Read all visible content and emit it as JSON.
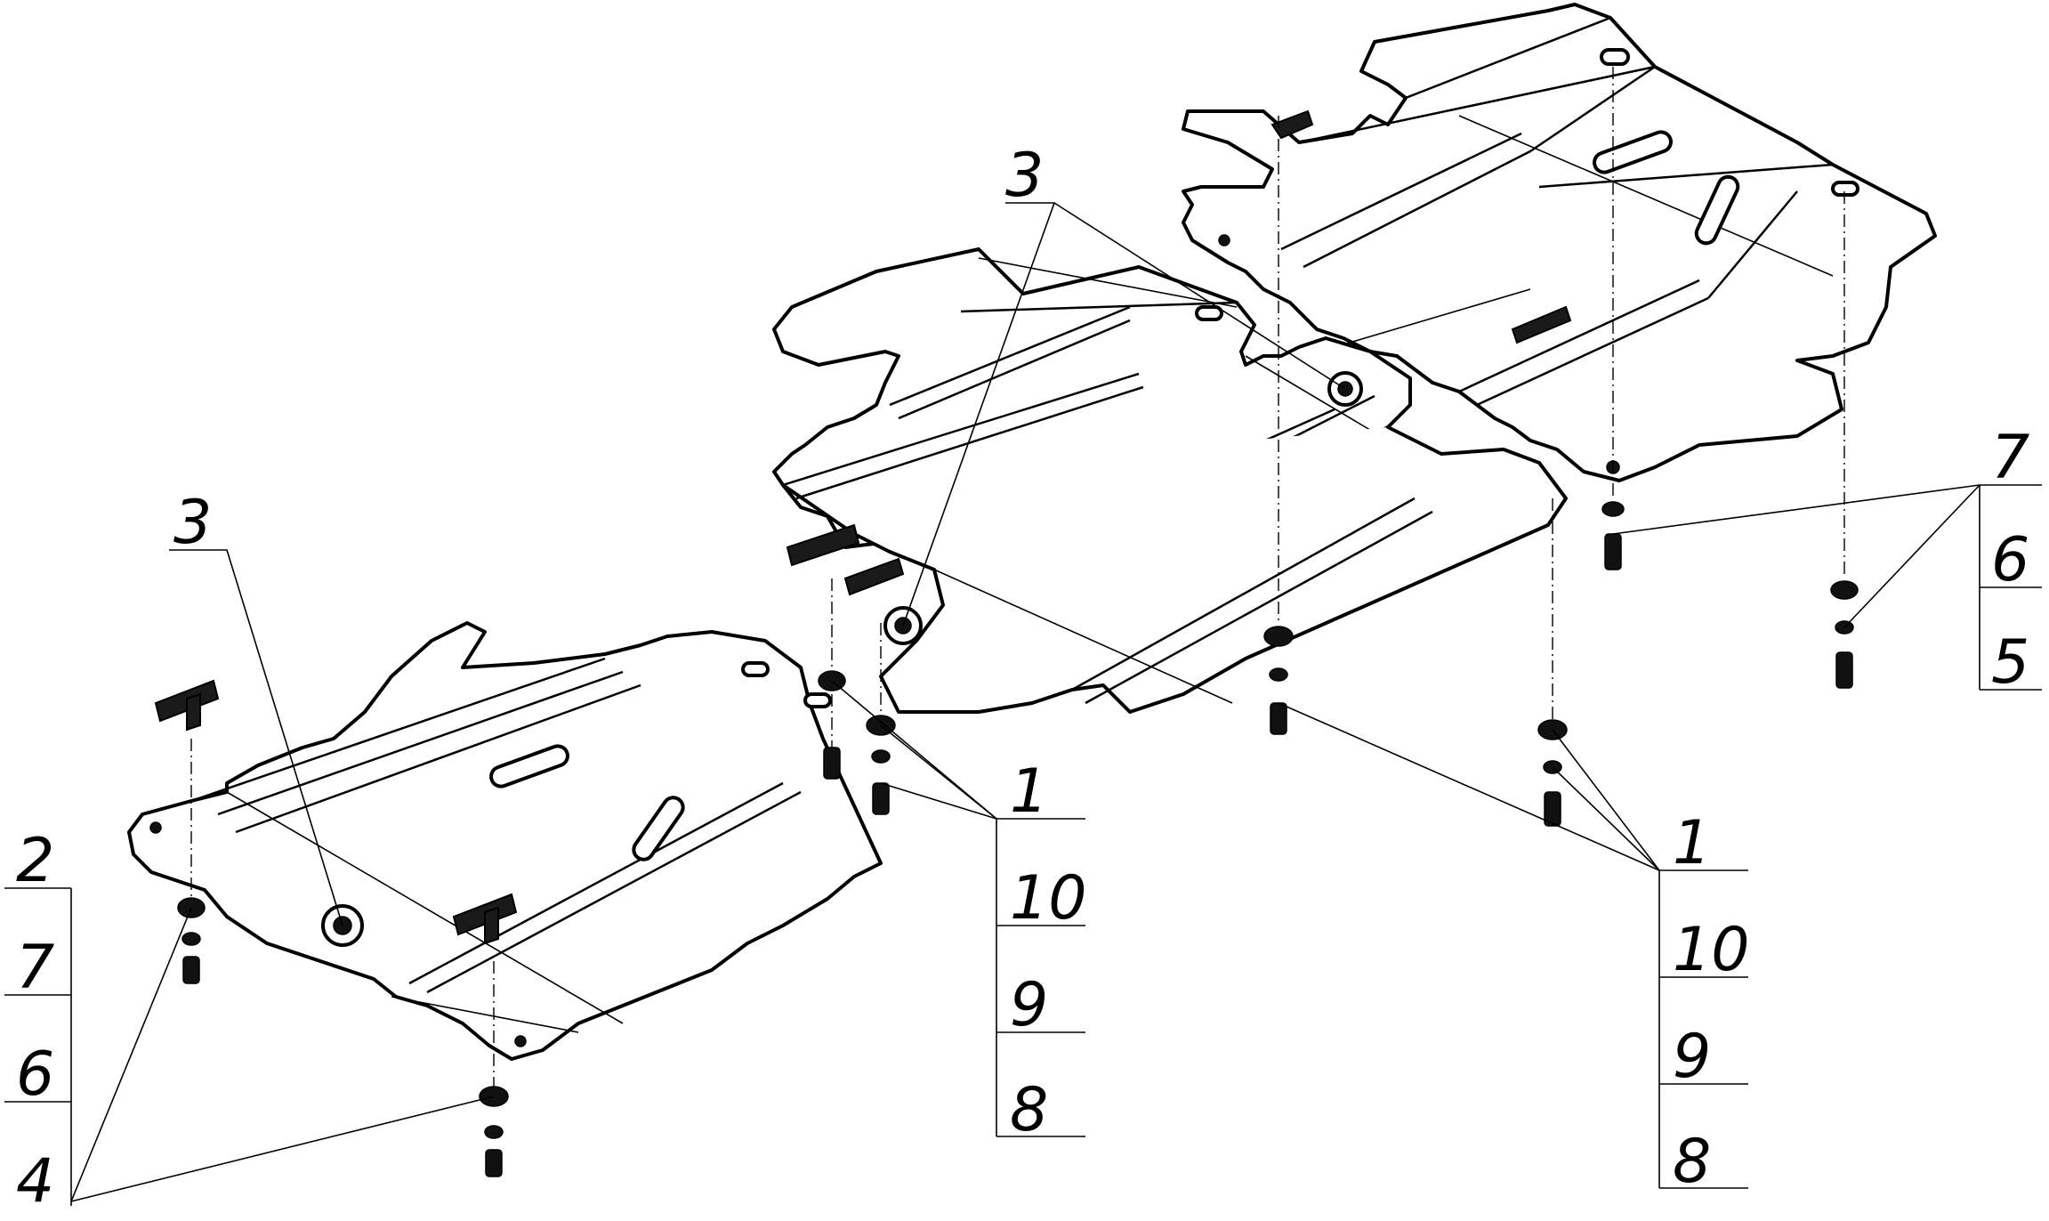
{
  "callouts": {
    "left_stack": [
      "2",
      "7",
      "6",
      "4"
    ],
    "mid_stack": [
      "1",
      "10",
      "9",
      "8"
    ],
    "right_stack": [
      "1",
      "10",
      "9",
      "8"
    ],
    "top_right_stack": [
      "7",
      "6",
      "5"
    ],
    "label_left_3": "3",
    "label_mid_3": "3"
  }
}
